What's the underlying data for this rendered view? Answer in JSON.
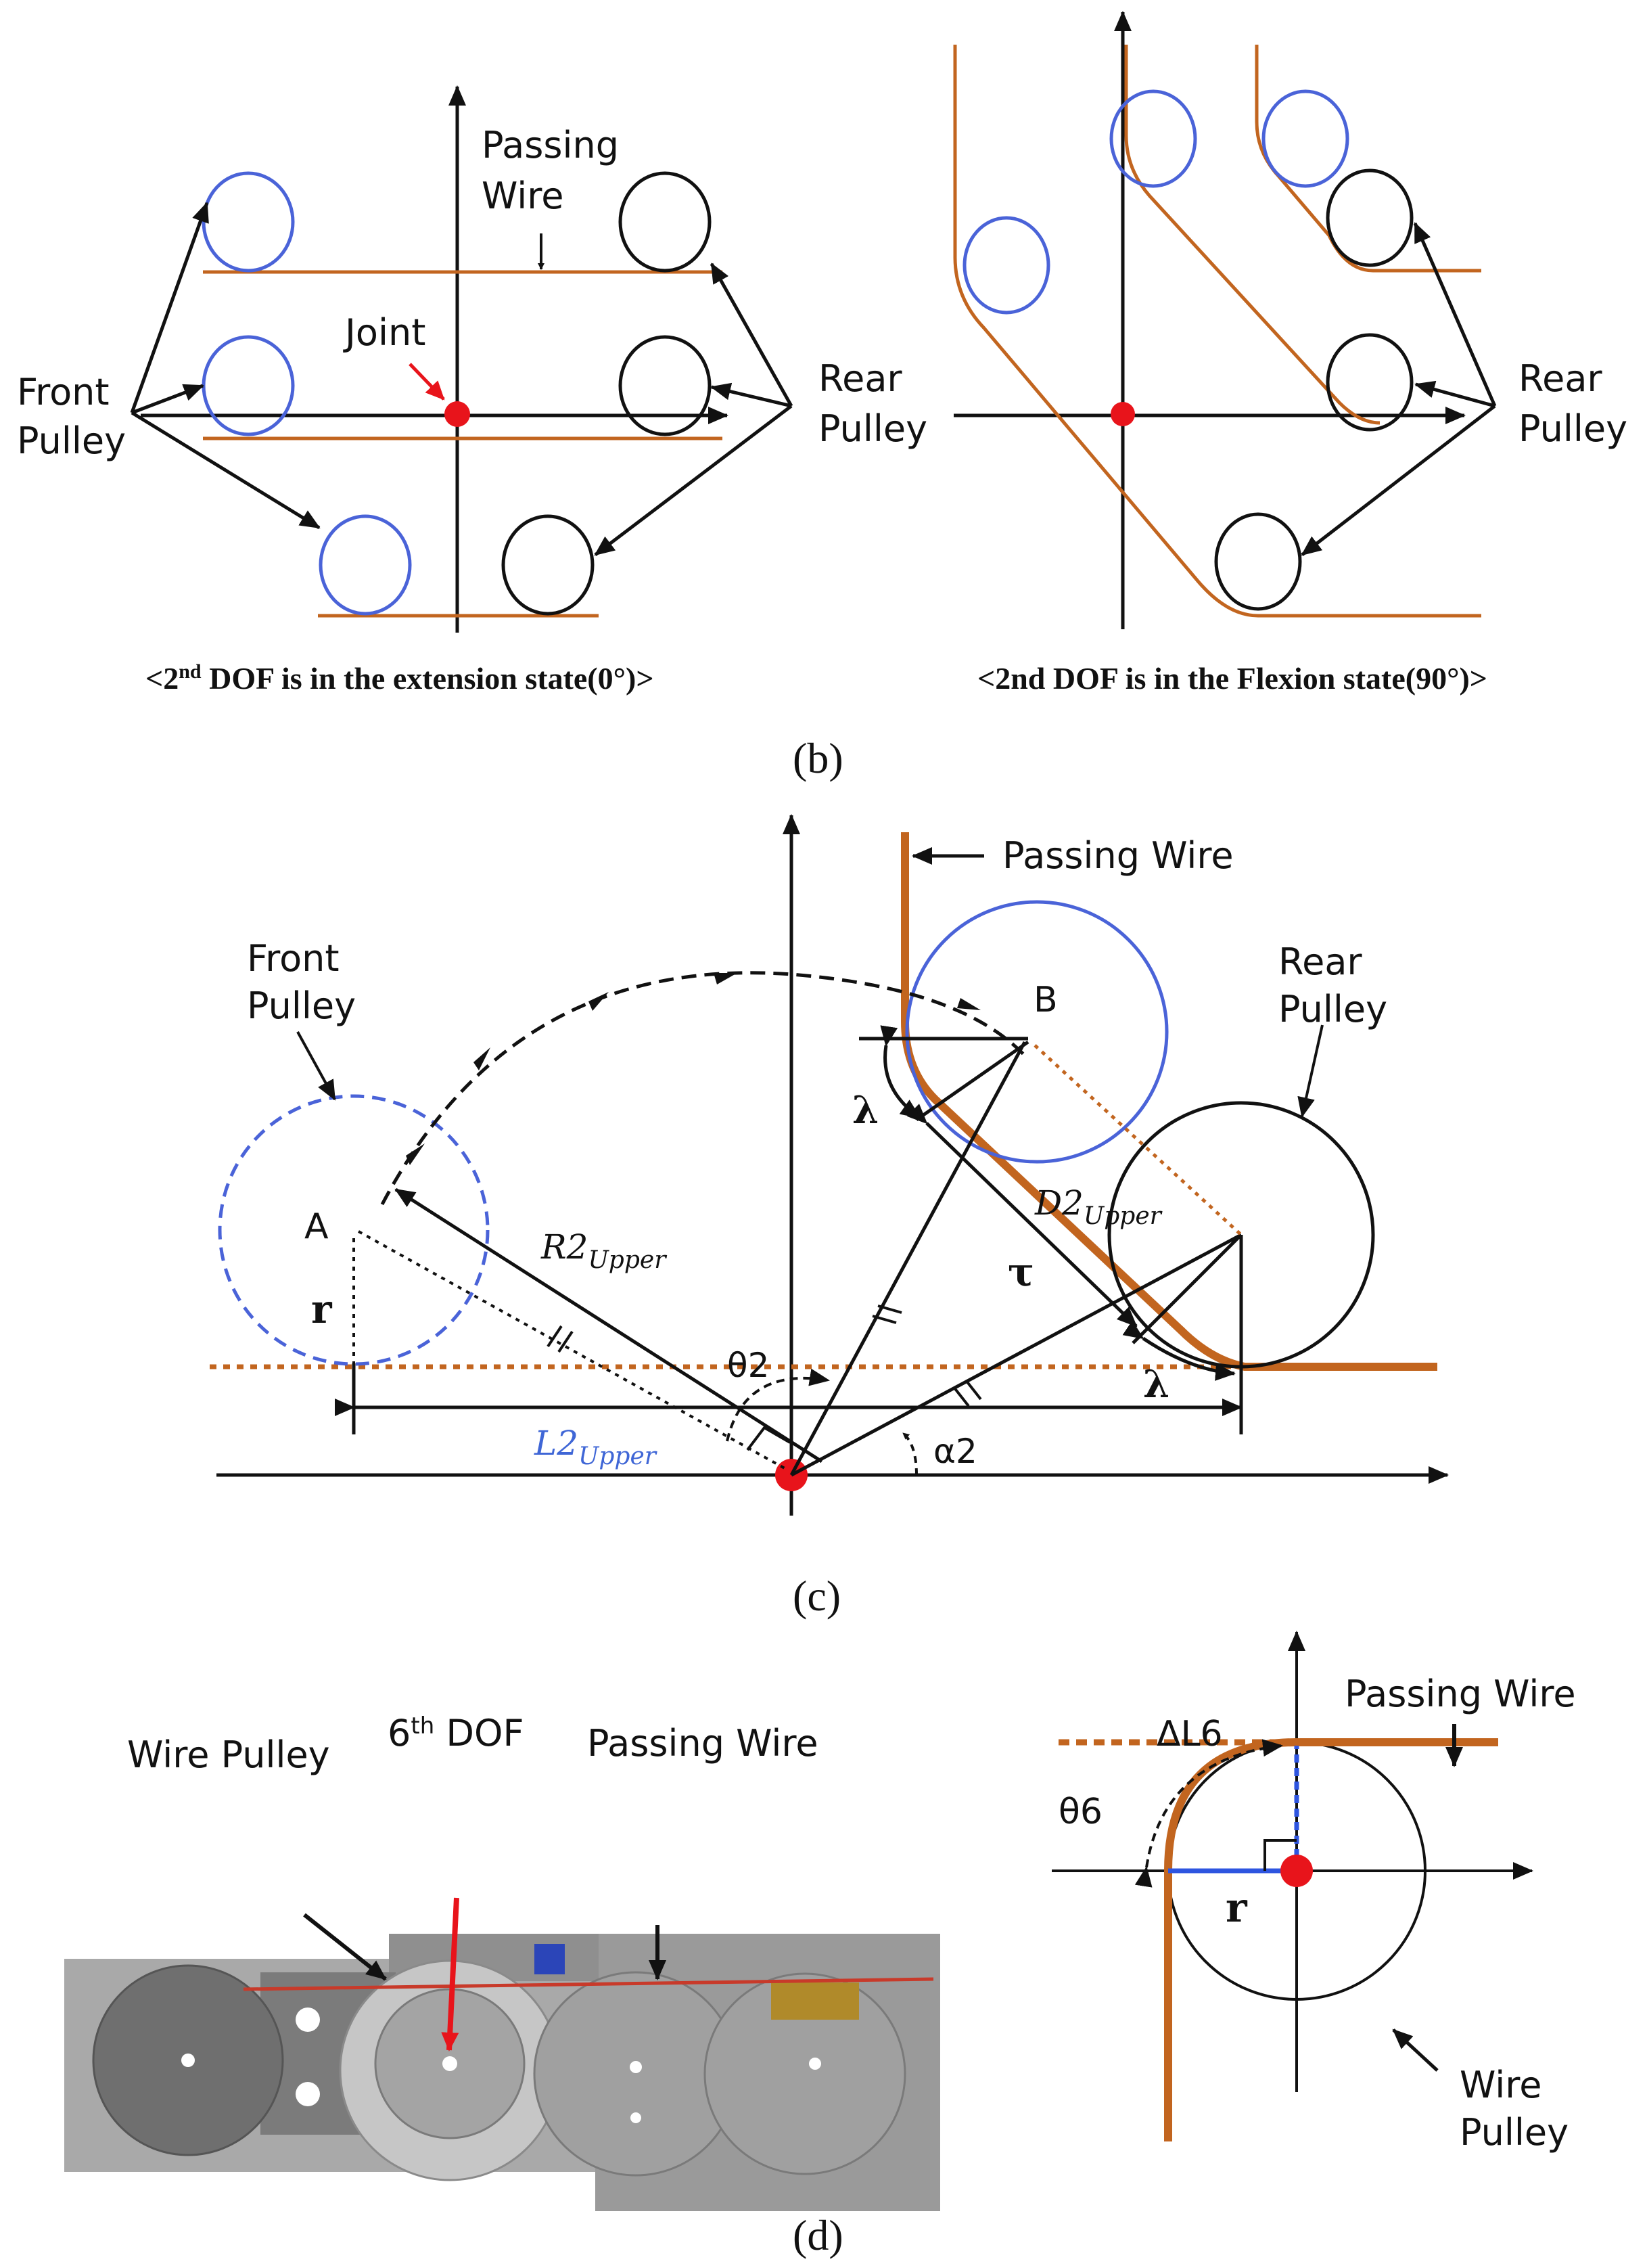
{
  "colors": {
    "front_pulley": "#4a63d8",
    "rear_pulley": "#111111",
    "wire": "#c2651f",
    "joint": "#e8141b",
    "length_label": "#3f66d6",
    "r_segment": "#2e55e0"
  },
  "panel_b": {
    "left": {
      "passing_wire": [
        "Passing",
        "Wire"
      ],
      "joint": "Joint",
      "front_pulley": [
        "Front",
        "Pulley"
      ],
      "rear_pulley": [
        "Rear",
        "Pulley"
      ],
      "caption_prefix": "<2",
      "caption_sup": "nd",
      "caption_rest": " DOF is in the extension state(0°)>"
    },
    "right": {
      "rear_pulley": [
        "Rear",
        "Pulley"
      ],
      "caption": "<2nd DOF is in the Flexion state(90°)>"
    },
    "label": "(b)"
  },
  "panel_c": {
    "passing_wire": "Passing Wire",
    "front_pulley": [
      "Front",
      "Pulley"
    ],
    "rear_pulley": [
      "Rear",
      "Pulley"
    ],
    "point_a": "A",
    "point_b": "B",
    "r": "r",
    "lambda": "λ",
    "tau": "τ",
    "theta2": "θ2",
    "alpha2": "α2",
    "r2_main": "R2",
    "r2_sub": "Upper",
    "d2_main": "D2",
    "d2_sub": "Upper",
    "l2_main": "L2",
    "l2_sub": "Upper",
    "label": "(c)"
  },
  "panel_d": {
    "left": {
      "wire_pulley": "Wire Pulley",
      "dof_prefix": "6",
      "dof_sup": "th",
      "dof_rest": " DOF",
      "passing_wire": "Passing Wire"
    },
    "right": {
      "passing_wire": "Passing Wire",
      "delta_l6": "ΔL6",
      "theta6": "θ6",
      "r": "r",
      "wire_pulley": [
        "Wire",
        "Pulley"
      ]
    },
    "label": "(d)"
  }
}
